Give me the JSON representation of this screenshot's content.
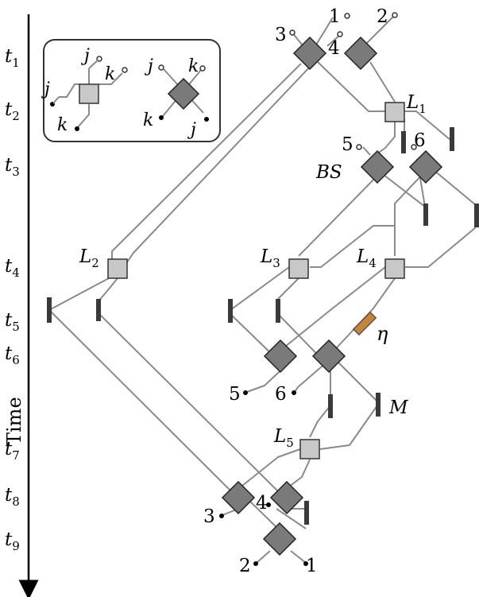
{
  "diagram": {
    "axis_label": "Time",
    "time_steps": [
      {
        "main": "t",
        "sub": "1"
      },
      {
        "main": "t",
        "sub": "2"
      },
      {
        "main": "t",
        "sub": "3"
      },
      {
        "main": "t",
        "sub": "4"
      },
      {
        "main": "t",
        "sub": "5"
      },
      {
        "main": "t",
        "sub": "6"
      },
      {
        "main": "t",
        "sub": "7"
      },
      {
        "main": "t",
        "sub": "8"
      },
      {
        "main": "t",
        "sub": "9"
      }
    ],
    "legend": {
      "square": {
        "top": "j",
        "left": "j",
        "right": "k",
        "bottom": "k"
      },
      "diamond": {
        "top_left": "j",
        "top_right": "k",
        "bottom_left": "k",
        "bottom_right": "j"
      }
    },
    "components": {
      "loops": [
        {
          "main": "L",
          "sub": "1"
        },
        {
          "main": "L",
          "sub": "2"
        },
        {
          "main": "L",
          "sub": "3"
        },
        {
          "main": "L",
          "sub": "4"
        },
        {
          "main": "L",
          "sub": "5"
        }
      ],
      "beam_splitter": "BS",
      "efficiency": "η",
      "mirror": "M"
    },
    "input_modes": [
      "1",
      "2",
      "3",
      "4",
      "5",
      "6"
    ],
    "output_modes": [
      "1",
      "2",
      "3",
      "4",
      "5",
      "6"
    ],
    "colors": {
      "wire": "#8a8a8a",
      "diamond_fill": "#7a7a7a",
      "square_fill": "#c8c8c8",
      "mirror": "#3a3a3a",
      "efficiency": "#c8843a"
    }
  }
}
